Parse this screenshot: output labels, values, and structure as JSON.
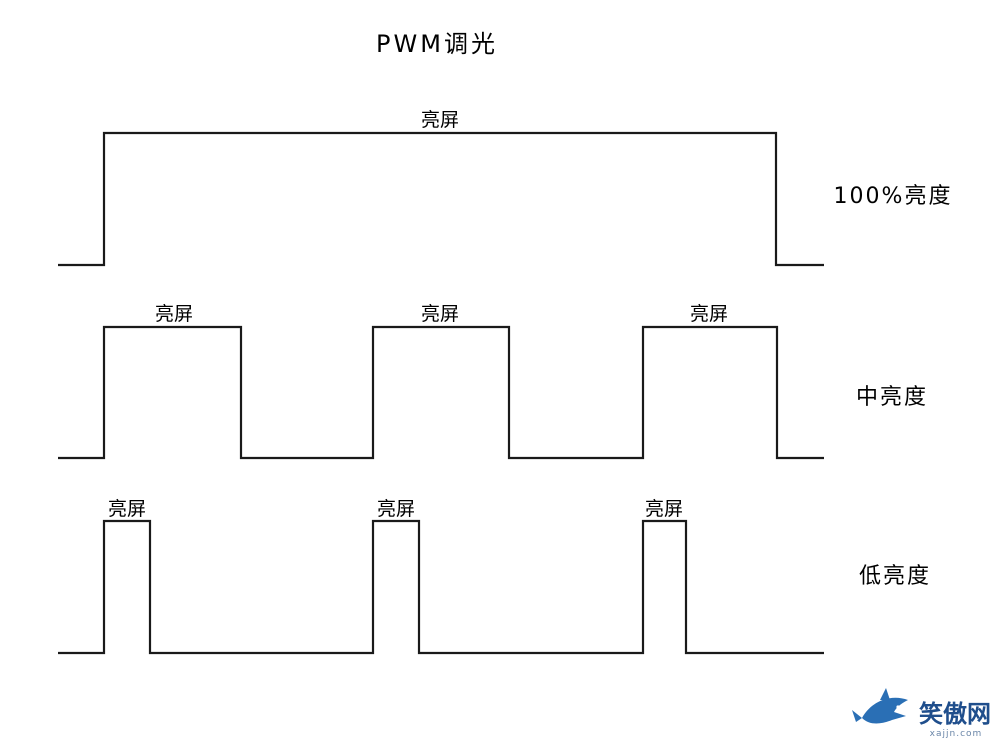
{
  "title": "PWM调光",
  "on_label": "亮屏",
  "rows": [
    {
      "name": "100%亮度",
      "duty_cycle": 1.0,
      "pulses": 1
    },
    {
      "name": "中亮度",
      "duty_cycle": 0.5,
      "pulses": 3
    },
    {
      "name": "低亮度",
      "duty_cycle": 0.17,
      "pulses": 3
    }
  ],
  "watermark": {
    "text": "笑傲网",
    "subtext": "xajjn.com",
    "icon": "shark-logo-icon",
    "color": "#1f4e8c"
  }
}
